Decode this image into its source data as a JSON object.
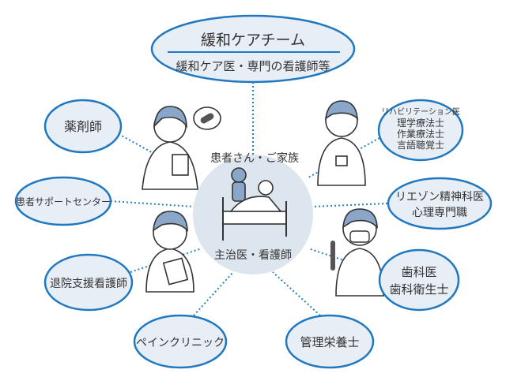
{
  "team": {
    "title": "緩和ケアチーム",
    "subtitle": "緩和ケア医・専門の看護師等"
  },
  "center": {
    "top_label": "患者さん・ご家族",
    "bottom_label": "主治医・看護師"
  },
  "nodes": {
    "pharmacist": "薬剤師",
    "rehab": [
      "リハビリテーション医",
      "理学療法士",
      "作業療法士",
      "言語聴覚士"
    ],
    "support_center": "患者サポートセンター",
    "liaison": [
      "リエゾン精神科医",
      "心理専門職"
    ],
    "discharge_nurse": "退院支援看護師",
    "dental": [
      "歯科医",
      "歯科衛生士"
    ],
    "pain_clinic": "ペインクリニック",
    "dietitian": "管理栄養士"
  },
  "colors": {
    "stroke": "#1f78c0",
    "fill": "#e8eef6",
    "center": "#dde5ee"
  }
}
